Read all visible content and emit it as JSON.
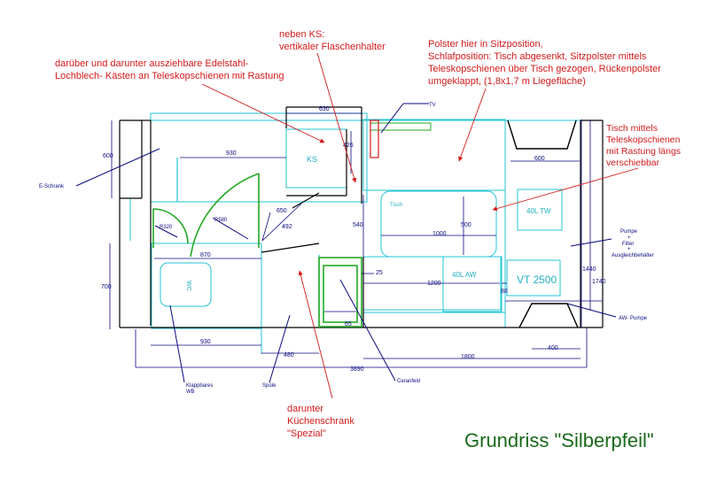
{
  "title": "Grundriss \"Silberpfeil\"",
  "annotations": {
    "drawers": [
      "darüber und darunter ausziehbare Edelstahl-",
      "Lochblech- Kästen an Teleskopschienen mit Rastung"
    ],
    "bottle": [
      "neben KS:",
      "vertikaler Flaschenhalter"
    ],
    "cushion": [
      "Polster hier in Sitzposition,",
      "Schlafposition: Tisch abgesenkt, Sitzpolster mittels",
      "Teleskopschienen über Tisch gezogen, Rückenpolster",
      "umgeklappt, (1,8x1,7 m Liegefläche)"
    ],
    "table": [
      "Tisch mittels",
      "Teleskopschienen",
      "mit Rastung längs",
      "verschiebbar"
    ],
    "kitchen": [
      "darunter",
      "Küchenschrank",
      "\"Spezial\""
    ]
  },
  "labels": {
    "e_schrank": "E-Schrank",
    "tv": "TV",
    "ks": "KS",
    "tisch": "Tisch",
    "tank_tw": "40L TW",
    "tank_aw": "40L AW",
    "vt": "VT 2500",
    "wc": "WC",
    "pumpe": [
      "Pumpe",
      "+",
      "Filter",
      "+",
      "Ausgleichbehälter"
    ],
    "aw_pumpe": "AW- Pumpe",
    "klappbares": [
      "Klappbares",
      "WB"
    ],
    "spuele": "Spüle",
    "ceranfeld": "Ceranfeld",
    "r320": "R320",
    "r580": "R580"
  },
  "dimensions": {
    "d630": "630",
    "d600_left": "600",
    "d930_top": "930",
    "d426": "426",
    "d650": "650",
    "d492": "492",
    "d540": "540",
    "d870": "870",
    "d700": "700",
    "d930_bottom": "930",
    "d480": "480",
    "d3890": "3890",
    "d1000": "1000",
    "d500": "500",
    "d600_right": "600",
    "d25": "25",
    "d1200": "1200",
    "d88": "88",
    "d65": "65",
    "d1800": "1800",
    "d400": "400",
    "d1440": "1440",
    "d1740": "1740"
  },
  "colors": {
    "outline": "#000000",
    "cyan": "#20c4d4",
    "blue": "#0a0a80",
    "annotation": "#d21a1a",
    "green": "#22aa22",
    "title": "#1a6a1a"
  }
}
